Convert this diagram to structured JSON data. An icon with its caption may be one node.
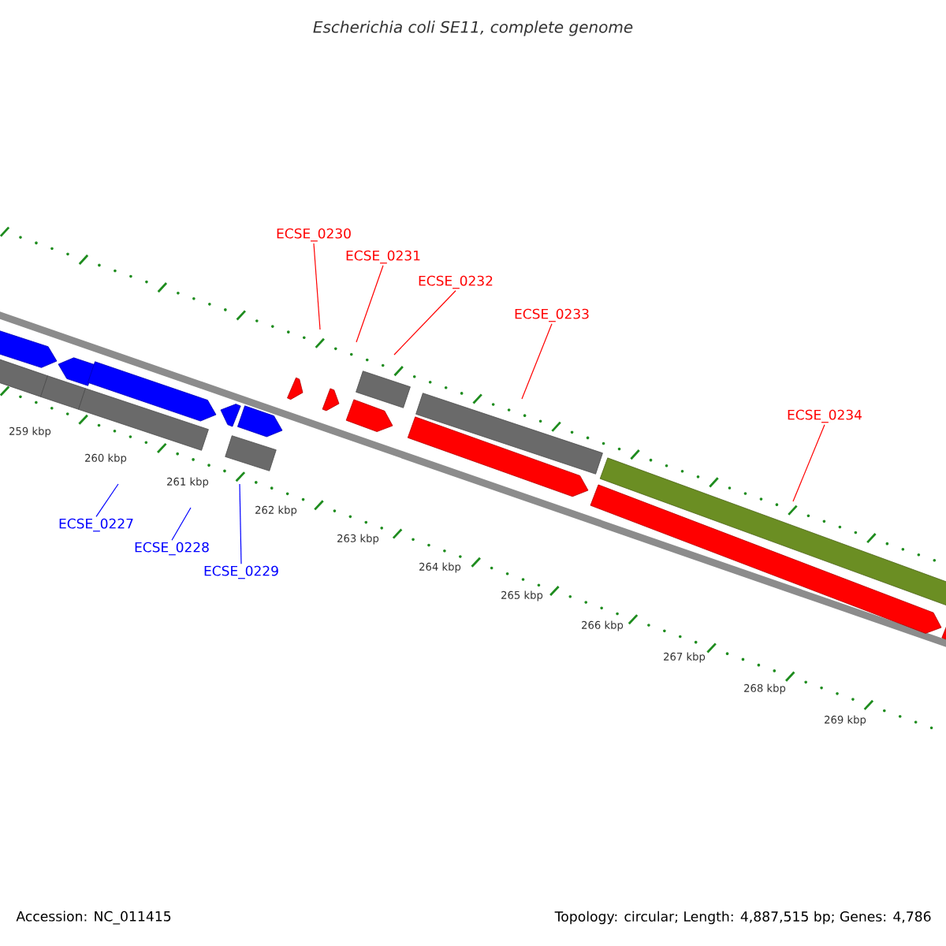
{
  "diagram": {
    "title": "Escherichia coli SE11, complete genome",
    "nodes": [
      {
        "text": [
          "ECSE_0230"
        ]
      },
      {
        "text": [
          "ECSE_0231"
        ]
      },
      {
        "text": [
          "ECSE_0232"
        ]
      },
      {
        "text": [
          "ECSE_0233"
        ]
      },
      {
        "text": [
          "ECSE_0234"
        ]
      },
      {
        "text": [
          "ECSE_0227"
        ]
      },
      {
        "text": [
          "ECSE_0228"
        ]
      },
      {
        "text": [
          "ECSE_0229"
        ]
      }
    ],
    "edges": [
      {
        "from": 0,
        "to": null,
        "arrow": "none"
      },
      {
        "from": 1,
        "to": null,
        "arrow": "none"
      },
      {
        "from": 2,
        "to": null,
        "arrow": "none"
      },
      {
        "from": 3,
        "to": null,
        "arrow": "none"
      },
      {
        "from": 4,
        "to": null,
        "arrow": "none"
      },
      {
        "from": 5,
        "to": null,
        "arrow": "none",
        "color": "#0000ff"
      },
      {
        "from": 6,
        "to": null,
        "arrow": "none",
        "color": "#0000ff"
      },
      {
        "from": 7,
        "to": null,
        "arrow": "none",
        "color": "#0000ff"
      }
    ],
    "labels": [
      "259 kbp",
      "260 kbp",
      "261 kbp",
      "262 kbp",
      "263 kbp",
      "264 kbp",
      "265 kbp",
      "266 kbp",
      "267 kbp",
      "268 kbp",
      "269 kbp",
      "Accession: NC_011415",
      "Topology: circular; Length: 4,887,515 bp; Genes: 4,786"
    ]
  }
}
